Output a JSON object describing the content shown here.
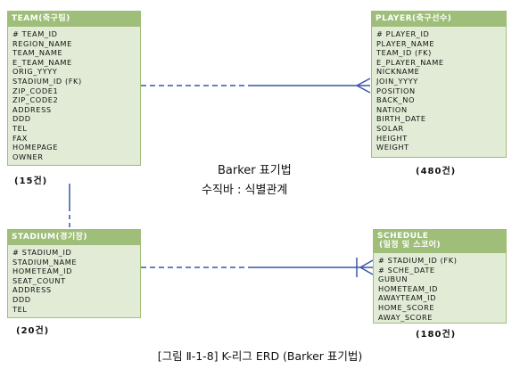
{
  "entities": {
    "team": {
      "title": "TEAM(축구팀)",
      "attributes": [
        "# TEAM_ID",
        "REGION_NAME",
        "TEAM_NAME",
        "E_TEAM_NAME",
        "ORIG_YYYY",
        "STADIUM_ID (FK)",
        "ZIP_CODE1",
        "ZIP_CODE2",
        "ADDRESS",
        "DDD",
        "TEL",
        "FAX",
        "HOMEPAGE",
        "OWNER"
      ],
      "count": "(15건)"
    },
    "player": {
      "title": "PLAYER(축구선수)",
      "attributes": [
        "# PLAYER_ID",
        "PLAYER_NAME",
        "TEAM_ID (FK)",
        "E_PLAYER_NAME",
        "NICKNAME",
        "JOIN_YYYY",
        "POSITION",
        "BACK_NO",
        "NATION",
        "BIRTH_DATE",
        "SOLAR",
        "HEIGHT",
        "WEIGHT"
      ],
      "count": "(480건)"
    },
    "stadium": {
      "title": "STADIUM(경기장)",
      "attributes": [
        "# STADIUM_ID",
        "STADIUM_NAME",
        "HOMETEAM_ID",
        "SEAT_COUNT",
        "ADDRESS",
        "DDD",
        "TEL"
      ],
      "count": "(20건)"
    },
    "schedule": {
      "title_line1": "SCHEDULE",
      "title_line2": "(일정 및 스코어)",
      "attributes": [
        "# STADIUM_ID (FK)",
        "# SCHE_DATE",
        "GUBUN",
        "HOMETEAM_ID",
        "AWAYTEAM_ID",
        "HOME_SCORE",
        "AWAY_SCORE"
      ],
      "count": "(180건)"
    }
  },
  "notation": {
    "line1": "Barker 표기법",
    "line2": "수직바 : 식별관계"
  },
  "caption": "[그림 Ⅱ-1-8] K-리그 ERD (Barker 표기법)",
  "colors": {
    "header": "#9fbe7a",
    "body": "#e2ebd6",
    "line": "#3a55a8"
  }
}
